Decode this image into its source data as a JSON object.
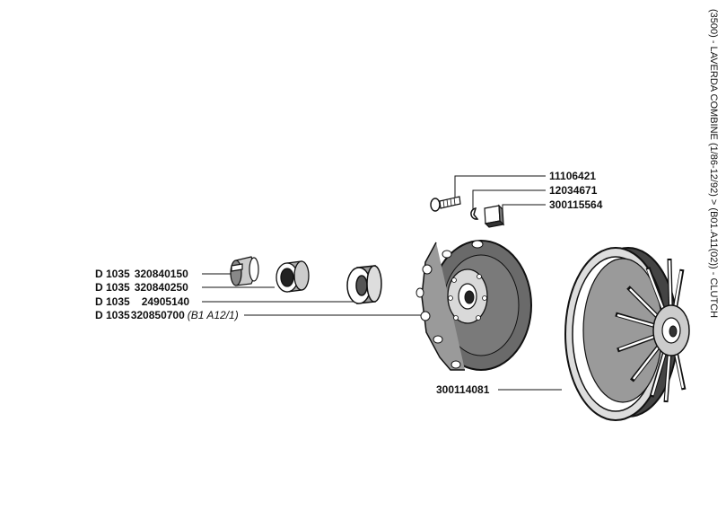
{
  "side_title": "(3500) - LAVERDA COMBINE (1/86-12/92) > (B01.A11(02)) - CLUTCH",
  "labels": [
    {
      "prefix": "",
      "code": "11106421",
      "note": ""
    },
    {
      "prefix": "",
      "code": "12034671",
      "note": ""
    },
    {
      "prefix": "",
      "code": "300115564",
      "note": ""
    },
    {
      "prefix": "D 1035",
      "code": "320840150",
      "note": ""
    },
    {
      "prefix": "D 1035",
      "code": "320840250",
      "note": ""
    },
    {
      "prefix": "D 1035",
      "code": "24905140",
      "note": ""
    },
    {
      "prefix": "D 1035",
      "code": "320850700",
      "note": "(B1 A12/1)"
    },
    {
      "prefix": "",
      "code": "300114081",
      "note": ""
    }
  ]
}
